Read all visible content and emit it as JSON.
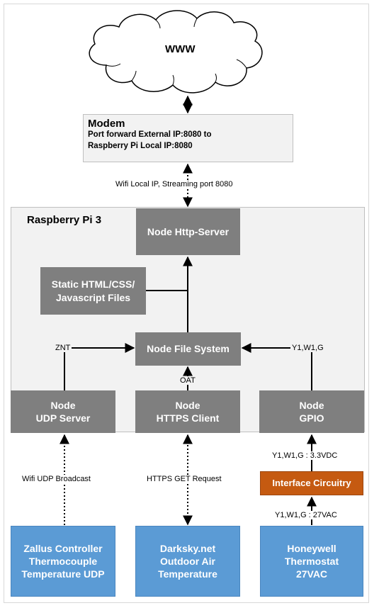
{
  "cloud": {
    "label": "WWW"
  },
  "modem": {
    "title": "Modem",
    "line1": "Port forward External IP:8080 to",
    "line2": "Raspberry Pi Local IP:8080"
  },
  "wifi_link_label": "Wifi Local IP, Streaming port 8080",
  "pi": {
    "title": "Raspberry Pi 3",
    "http_server": "Node Http-Server",
    "static_files": {
      "line1": "Static HTML/CSS/",
      "line2": "Javascript Files"
    },
    "file_system": "Node File System",
    "udp_server": {
      "line1": "Node",
      "line2": "UDP Server"
    },
    "https_client": {
      "line1": "Node",
      "line2": "HTTPS Client"
    },
    "gpio": {
      "line1": "Node",
      "line2": "GPIO"
    },
    "label_znt": "ZNT",
    "label_oat": "OAT",
    "label_y1w1g": "Y1,W1,G"
  },
  "links": {
    "udp": "Wifi UDP Broadcast",
    "https": "HTTPS GET Request",
    "gpio_33": "Y1,W1,G : 3.3VDC",
    "gpio_27": "Y1,W1,G : 27VAC"
  },
  "interface": "Interface Circuitry",
  "sources": {
    "zallus": {
      "line1": "Zallus Controller",
      "line2": "Thermocouple",
      "line3": "Temperature UDP"
    },
    "darksky": {
      "line1": "Darksky.net",
      "line2": "Outdoor Air",
      "line3": "Temperature"
    },
    "honeywell": {
      "line1": "Honeywell",
      "line2": "Thermostat",
      "line3": "27VAC"
    }
  },
  "colors": {
    "gray_box": "#7f7f7f",
    "blue_box": "#5b9bd5",
    "orange_box": "#c55a11",
    "pi_background": "#f2f2f2"
  }
}
